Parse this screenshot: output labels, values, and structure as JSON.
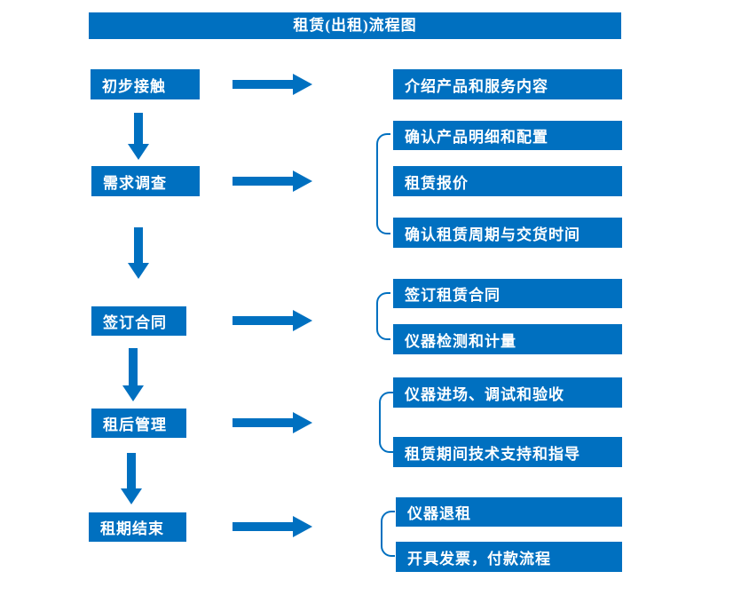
{
  "title": "租赁(出租)流程图",
  "colors": {
    "primary": "#0070C0",
    "text_on_primary": "#FFFFFF",
    "background": "#FFFFFF"
  },
  "flow": {
    "steps": [
      {
        "label": "初步接触",
        "outputs": [
          "介绍产品和服务内容"
        ]
      },
      {
        "label": "需求调查",
        "outputs": [
          "确认产品明细和配置",
          "租赁报价",
          "确认租赁周期与交货时间"
        ]
      },
      {
        "label": "签订合同",
        "outputs": [
          "签订租赁合同",
          "仪器检测和计量"
        ]
      },
      {
        "label": "租后管理",
        "outputs": [
          "仪器进场、调试和验收",
          "租赁期间技术支持和指导"
        ]
      },
      {
        "label": "租期结束",
        "outputs": [
          "仪器退租",
          "开具发票，付款流程"
        ]
      }
    ]
  }
}
